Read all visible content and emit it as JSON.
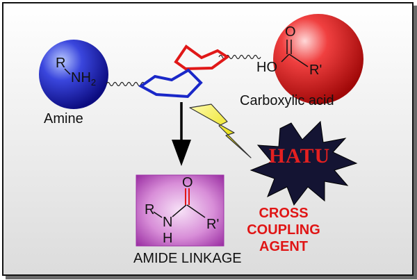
{
  "amine": {
    "label": "Amine",
    "r_group": "R",
    "nh2": "NH",
    "nh2_sub": "2",
    "sphere_color": "#1c1cc0"
  },
  "acid": {
    "label": "Carboxylic acid",
    "o": "O",
    "ho": "HO",
    "r_prime": "R'",
    "sphere_color": "#e01818"
  },
  "amide": {
    "label": "AMIDE LINKAGE",
    "r": "R",
    "n": "N",
    "h": "H",
    "o": "O",
    "r_prime": "R'",
    "box_color": "#b040b8"
  },
  "agent": {
    "name": "HATU",
    "line1": "CROSS COUPLING",
    "line2": "AGENT",
    "star_color": "#141433"
  },
  "colors": {
    "bolt": "#f0e020",
    "cyclohexane_upper": "#e01818",
    "cyclohexane_lower": "#1a28c8",
    "arrow": "#000000"
  }
}
